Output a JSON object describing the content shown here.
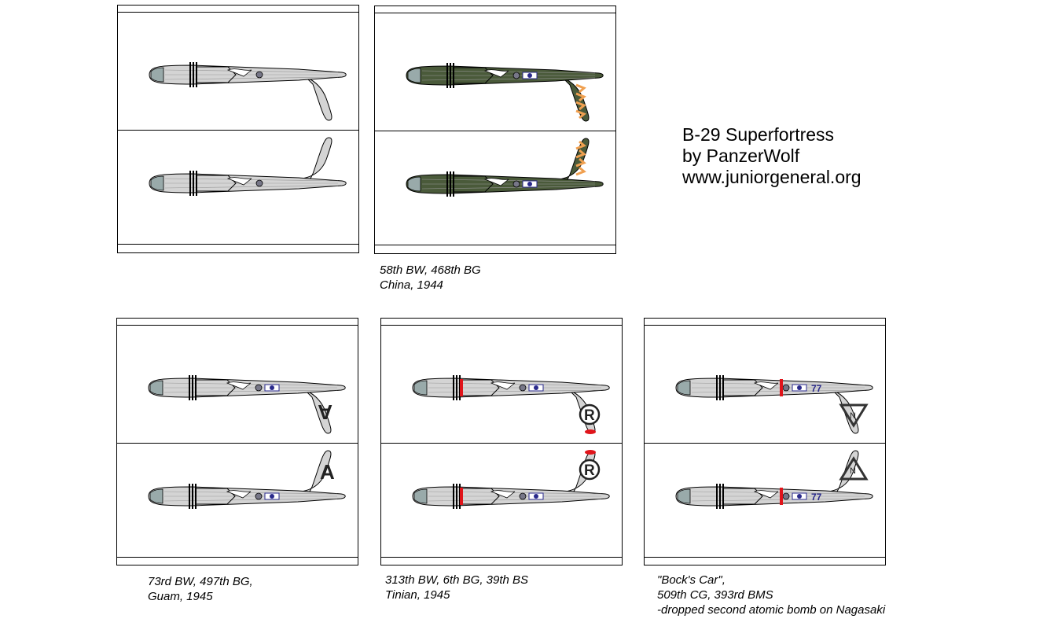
{
  "title": {
    "line1": "B-29 Superfortress",
    "line2": "by PanzerWolf",
    "line3": "www.juniorgeneral.org"
  },
  "cards": [
    {
      "id": "silver-plain",
      "fuselage": "#d4d4d4",
      "tail_mark": "",
      "stripe": "",
      "caption": []
    },
    {
      "id": "olive-468bg",
      "fuselage": "#4a5a3a",
      "tail_mark": "chevrons",
      "stripe": "",
      "caption": [
        "58th BW, 468th BG",
        "China, 1944"
      ]
    },
    {
      "id": "silver-497bg",
      "fuselage": "#d4d4d4",
      "tail_mark": "A",
      "stripe": "",
      "caption": [
        "73rd BW, 497th BG,",
        "Guam, 1945"
      ]
    },
    {
      "id": "silver-6bg",
      "fuselage": "#d4d4d4",
      "tail_mark": "R",
      "stripe": "#e0141a",
      "caption": [
        "313th BW, 6th BG, 39th BS",
        "Tinian, 1945"
      ]
    },
    {
      "id": "bocks-car",
      "fuselage": "#d4d4d4",
      "tail_mark": "N",
      "stripe": "#e0141a",
      "nose_number": "77",
      "caption": [
        "\"Bock's Car\",",
        "509th CG, 393rd BMS",
        "-dropped second atomic bomb on Nagasaki"
      ]
    }
  ],
  "colors": {
    "outline": "#000000",
    "insignia_blue": "#2a2a8c",
    "orange_stripe": "#f0a050"
  }
}
